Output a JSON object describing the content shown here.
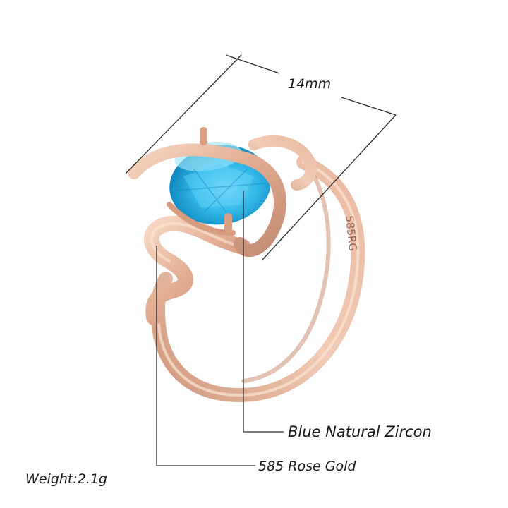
{
  "dimension": {
    "text": "14mm"
  },
  "callouts": {
    "stone": "Blue Natural Zircon",
    "metal": "585 Rose Gold"
  },
  "weight": {
    "text": "Weight:2.1g"
  },
  "engraving": {
    "text": "585RG"
  },
  "colors": {
    "background": "#ffffff",
    "gold_light": "#f3cdb5",
    "gold_mid": "#dfa58a",
    "gold_dark": "#b87d63",
    "gem_light": "#8fe3fb",
    "gem_mid": "#2fb6e8",
    "gem_dark": "#0b86c0",
    "line": "#2a2a2a"
  }
}
